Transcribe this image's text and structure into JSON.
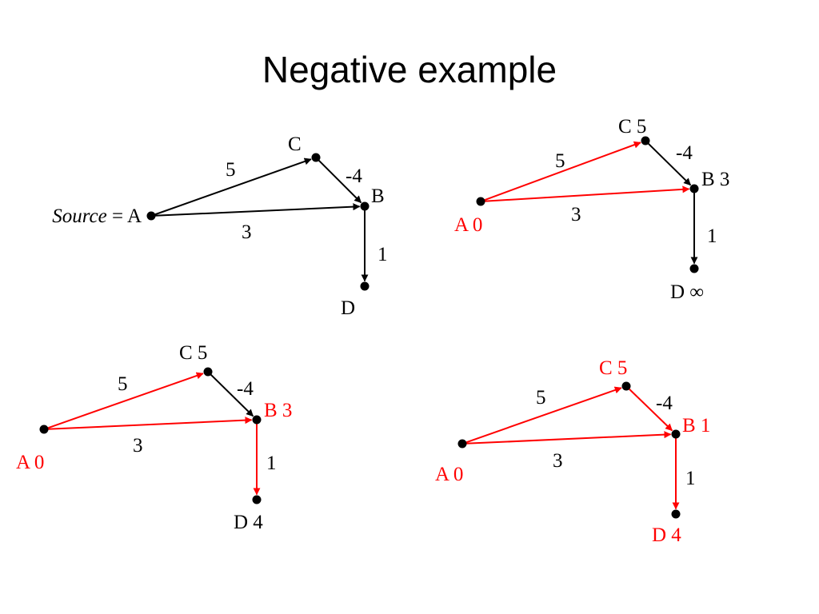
{
  "slide": {
    "title": "Negative example"
  },
  "colors": {
    "default": "#000000",
    "highlight": "#ff0000"
  },
  "panels": [
    {
      "nodes": [
        {
          "id": "A",
          "label": "Source = A",
          "highlight": false
        },
        {
          "id": "C",
          "label": "C",
          "highlight": false
        },
        {
          "id": "B",
          "label": "B",
          "highlight": false
        },
        {
          "id": "D",
          "label": "D",
          "highlight": false
        }
      ],
      "edges": [
        {
          "from": "A",
          "to": "C",
          "weight": "5",
          "highlight": false
        },
        {
          "from": "A",
          "to": "B",
          "weight": "3",
          "highlight": false
        },
        {
          "from": "C",
          "to": "B",
          "weight": "-4",
          "highlight": false
        },
        {
          "from": "B",
          "to": "D",
          "weight": "1",
          "highlight": false
        }
      ]
    },
    {
      "nodes": [
        {
          "id": "A",
          "label": "A 0",
          "highlight": true
        },
        {
          "id": "C",
          "label": "C 5",
          "highlight": false
        },
        {
          "id": "B",
          "label": "B 3",
          "highlight": false
        },
        {
          "id": "D",
          "label": "D ∞",
          "highlight": false
        }
      ],
      "edges": [
        {
          "from": "A",
          "to": "C",
          "weight": "5",
          "highlight": true
        },
        {
          "from": "A",
          "to": "B",
          "weight": "3",
          "highlight": true
        },
        {
          "from": "C",
          "to": "B",
          "weight": "-4",
          "highlight": false
        },
        {
          "from": "B",
          "to": "D",
          "weight": "1",
          "highlight": false
        }
      ]
    },
    {
      "nodes": [
        {
          "id": "A",
          "label": "A  0",
          "highlight": true
        },
        {
          "id": "C",
          "label": "C 5",
          "highlight": false
        },
        {
          "id": "B",
          "label": "B 3",
          "highlight": true
        },
        {
          "id": "D",
          "label": "D 4",
          "highlight": false
        }
      ],
      "edges": [
        {
          "from": "A",
          "to": "C",
          "weight": "5",
          "highlight": true
        },
        {
          "from": "A",
          "to": "B",
          "weight": "3",
          "highlight": true
        },
        {
          "from": "C",
          "to": "B",
          "weight": "-4",
          "highlight": false
        },
        {
          "from": "B",
          "to": "D",
          "weight": "1",
          "highlight": true
        }
      ]
    },
    {
      "nodes": [
        {
          "id": "A",
          "label": "A  0",
          "highlight": true
        },
        {
          "id": "C",
          "label": "C 5",
          "highlight": true
        },
        {
          "id": "B",
          "label": "B 1",
          "highlight": true
        },
        {
          "id": "D",
          "label": "D 4",
          "highlight": true
        }
      ],
      "edges": [
        {
          "from": "A",
          "to": "C",
          "weight": "5",
          "highlight": true
        },
        {
          "from": "A",
          "to": "B",
          "weight": "3",
          "highlight": true
        },
        {
          "from": "C",
          "to": "B",
          "weight": "-4",
          "highlight": true
        },
        {
          "from": "B",
          "to": "D",
          "weight": "1",
          "highlight": true
        }
      ]
    }
  ]
}
